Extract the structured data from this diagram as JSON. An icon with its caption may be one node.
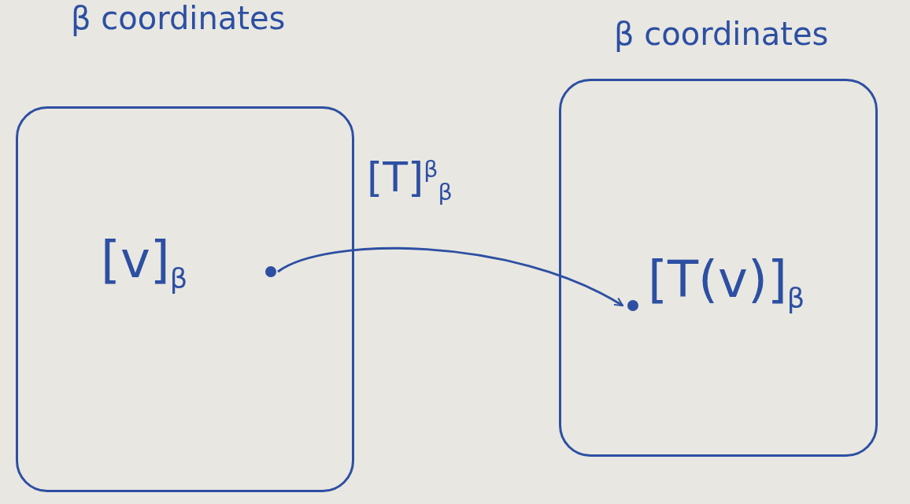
{
  "diagram": {
    "nodes": [
      {
        "text": [
          "β coordinates"
        ]
      },
      {
        "text": [],
        "shape": "circle",
        "in": 0,
        "beside": [
          "[v]$_{β}$"
        ]
      },
      {
        "text": [
          "β coordinates"
        ]
      },
      {
        "text": [],
        "shape": "circle",
        "in": 2,
        "beside": [
          "[T(v)]$_{β}$"
        ]
      }
    ],
    "edges": [
      {
        "from": 1,
        "to": 3,
        "arrow": "to",
        "label": "[T]$^{β}$$_{β}$"
      }
    ]
  }
}
